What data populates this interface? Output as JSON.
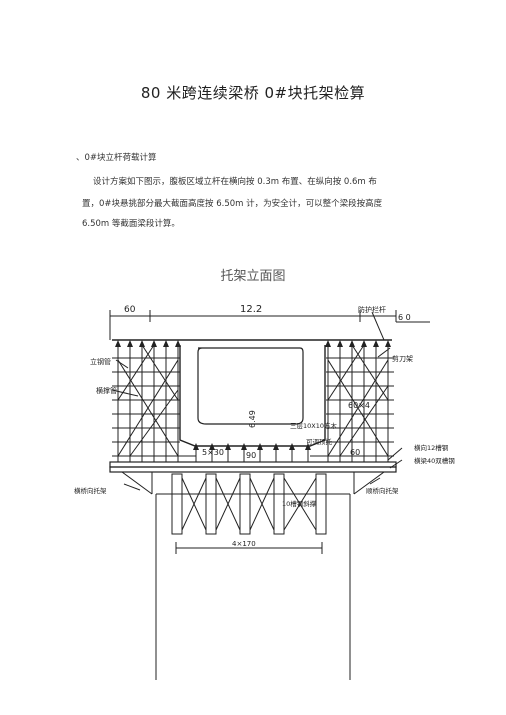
{
  "document": {
    "title": "80 米跨连续梁桥 0#块托架检算",
    "section_heading": "、0#块立杆荷载计算",
    "paragraph_lines": [
      "设计方案如下图示，腹板区域立杆在横向按     0.3m 布置、在纵向按 0.6m 布",
      "置，0#块悬挑部分最大截面高度按 6.50m 计，为安全计，可以整个梁段按高度",
      "6.50m 等截面梁段计算。"
    ],
    "figure_title": "托架立面图"
  },
  "figure": {
    "labels": {
      "dim_left": "60",
      "dim_total": "12.2",
      "dim_right": "6 0",
      "guard_rail": "防护栏杆",
      "scissor_brace": "剪刀架",
      "vertical_pipe": "立钢管",
      "horizontal_pipe": "横撑管",
      "bay_spacing": "60×4",
      "height": "6.49",
      "layer_label": "三层10X10方木",
      "adjust_label": "可调顶托",
      "bottom_left_dim": "5×30",
      "bottom_mid_dim": "90",
      "bottom_right_dim": "60",
      "right_label_1": "横向12槽钢",
      "right_label_2": "横梁40双槽钢",
      "left_bracket": "横桥向托架",
      "right_bracket": "顺桥向托架",
      "channel_label": "10槽钢斜撑",
      "bottom_dim": "4×170"
    }
  }
}
